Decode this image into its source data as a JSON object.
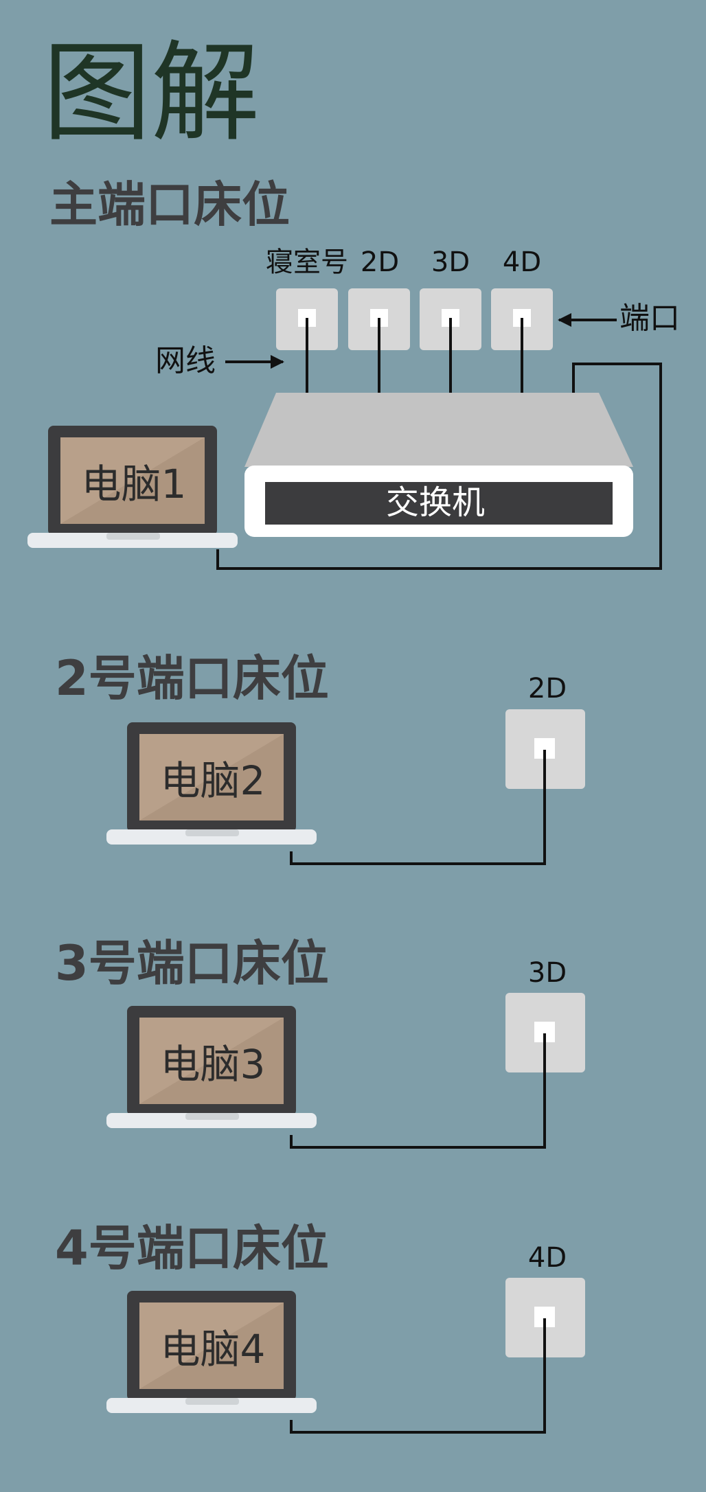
{
  "title": "图解",
  "colors": {
    "background": "#7f9ea9",
    "title": "#1f3526",
    "heading": "#3e3e40",
    "socket": "#d7d7d7",
    "laptop_frame": "#3c3c3e",
    "laptop_screen": "#b8a08a",
    "laptop_base": "#e9ecef",
    "switch_top": "#c3c3c3",
    "switch_front": "#ffffff",
    "switch_label_bg": "#3c3c3e",
    "cable": "#111111"
  },
  "sections": {
    "main": {
      "heading": "主端口床位",
      "port_labels": [
        "寝室号",
        "2D",
        "3D",
        "4D"
      ],
      "cable_label": "网线",
      "port_label": "端口",
      "switch_label": "交换机",
      "computer": "电脑1"
    },
    "bed2": {
      "heading": "2号端口床位",
      "port": "2D",
      "computer": "电脑2"
    },
    "bed3": {
      "heading": "3号端口床位",
      "port": "3D",
      "computer": "电脑3"
    },
    "bed4": {
      "heading": "4号端口床位",
      "port": "4D",
      "computer": "电脑4"
    }
  }
}
